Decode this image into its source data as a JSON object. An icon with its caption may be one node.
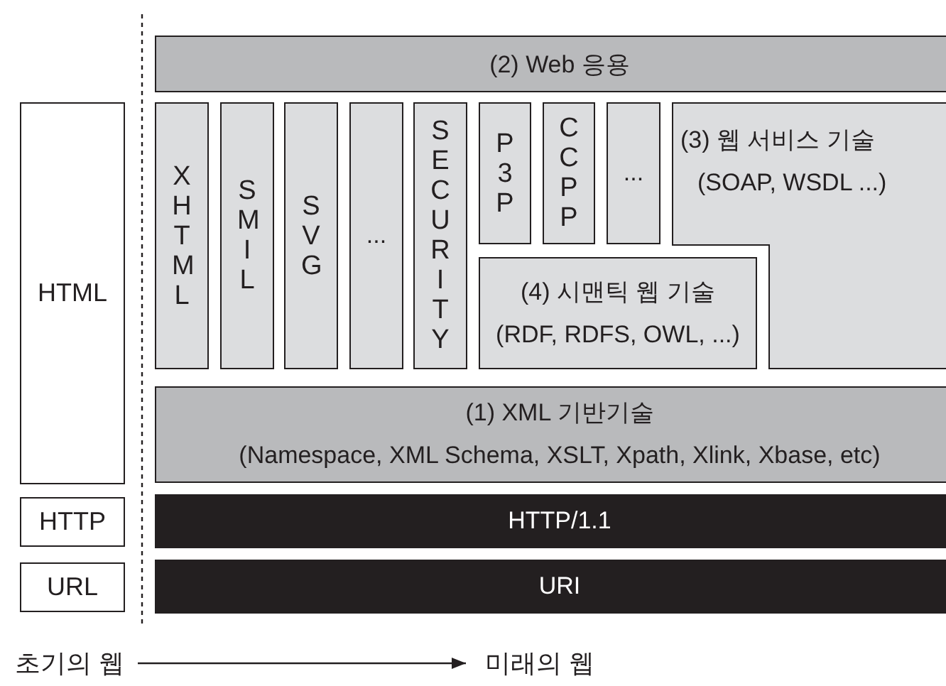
{
  "diagram": {
    "nodes": [
      {
        "text": [
          "HTML"
        ]
      },
      {
        "text": [
          "HTTP"
        ]
      },
      {
        "text": [
          "URL"
        ]
      },
      {
        "text": [
          "(2) Web 응용"
        ]
      },
      {
        "text": [
          "XHTML"
        ]
      },
      {
        "text": [
          "SMIL"
        ]
      },
      {
        "text": [
          "SVG"
        ]
      },
      {
        "text": [
          "..."
        ]
      },
      {
        "text": [
          "SECURITY"
        ]
      },
      {
        "text": [
          "P3P"
        ]
      },
      {
        "text": [
          "CCPP"
        ]
      },
      {
        "text": [
          "..."
        ]
      },
      {
        "text": [
          "(3) 웹 서비스 기술",
          "(SOAP, WSDL ...)"
        ]
      },
      {
        "text": [
          "(4) 시맨틱 웹 기술",
          "(RDF, RDFS, OWL, ...)"
        ]
      },
      {
        "text": [
          "(1) XML 기반기술",
          "(Namespace, XML Schema, XSLT, Xpath, Xlink, Xbase, etc)"
        ]
      },
      {
        "text": [
          "HTTP/1.1"
        ]
      },
      {
        "text": [
          "URI"
        ]
      },
      {
        "text": [
          "초기의 웹"
        ]
      },
      {
        "text": [
          "미래의 웹"
        ]
      }
    ],
    "edges": [
      {
        "from": 17,
        "to": 18,
        "arrow": "to"
      }
    ]
  }
}
